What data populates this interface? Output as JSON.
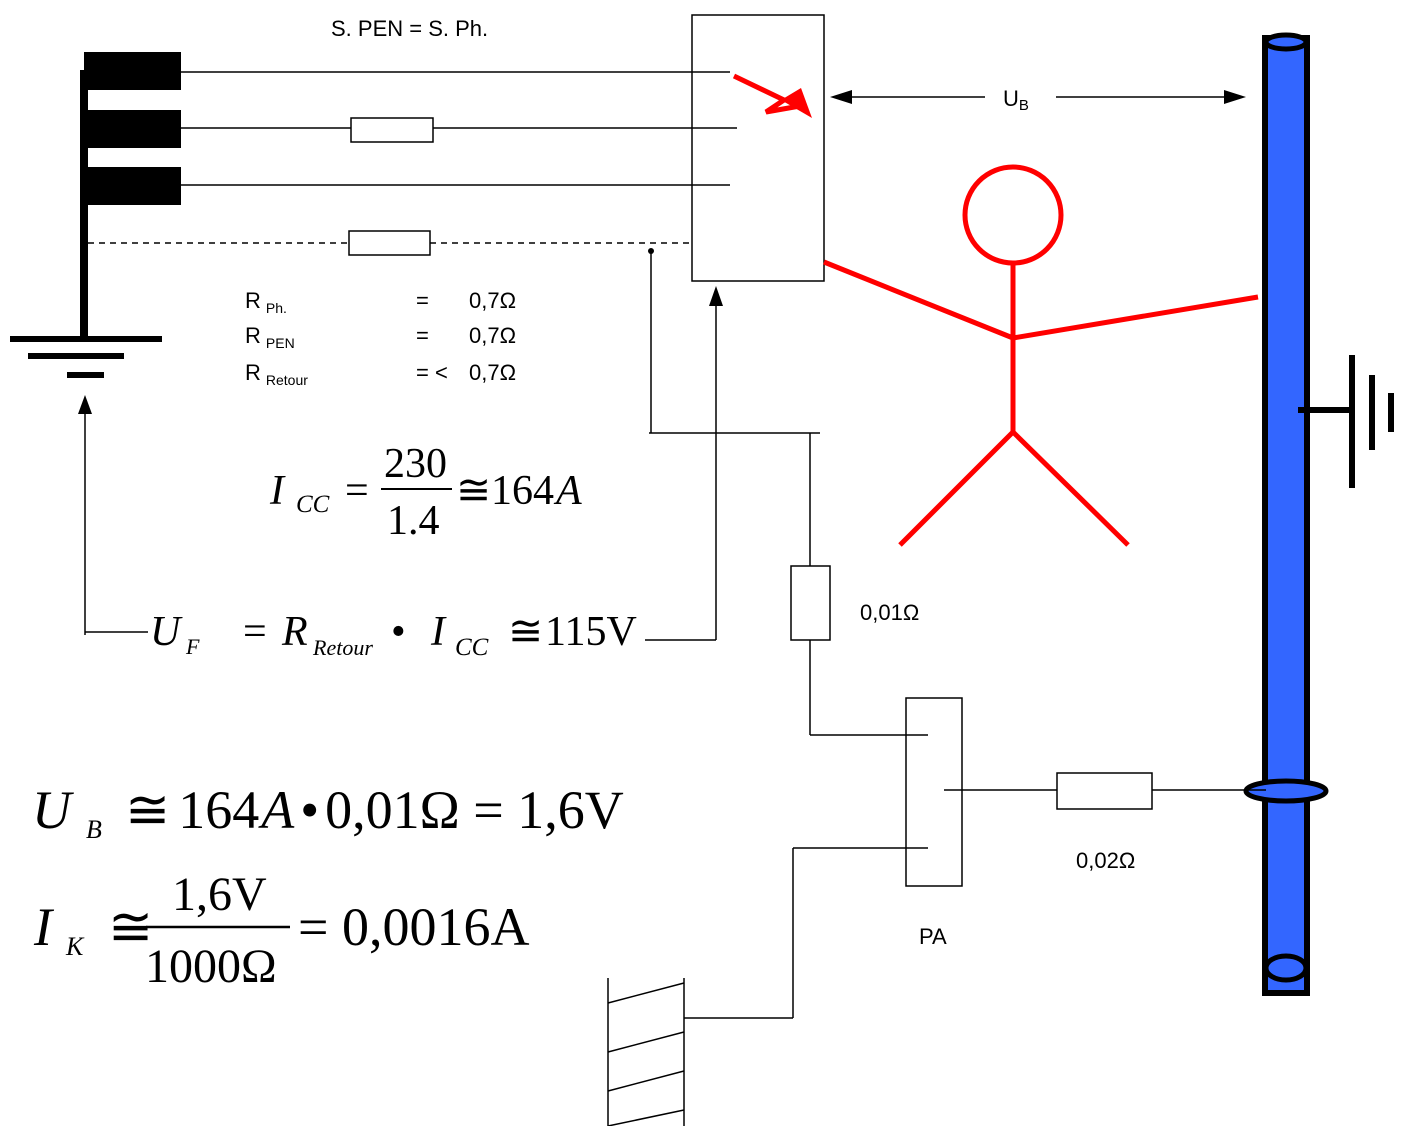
{
  "header": {
    "cross_section": "S. PEN = S. Ph."
  },
  "touch_voltage": {
    "label": "U",
    "sub": "B"
  },
  "resistances": [
    {
      "name": "R",
      "sub": "Ph.",
      "eq": "=",
      "value": "0,7Ω"
    },
    {
      "name": "R",
      "sub": "PEN",
      "eq": "=",
      "value": "0,7Ω"
    },
    {
      "name": "R",
      "sub": "Retour",
      "eq": "= <",
      "value": "0,7Ω"
    }
  ],
  "formula_icc": {
    "lhs": "I",
    "lhs_sub": "CC",
    "eq": "=",
    "num": "230",
    "den": "1.4",
    "approx": "≅",
    "result": "164",
    "unit": "A"
  },
  "formula_uf": {
    "u": "U",
    "u_sub": "F",
    "eq": "=",
    "r": "R",
    "r_sub": "Retour",
    "dot": "•",
    "i": "I",
    "i_sub": "CC",
    "approx": "≅",
    "result": "115V"
  },
  "formula_ub": {
    "u": "U",
    "u_sub": "B",
    "approx": "≅",
    "value": "164",
    "unit": "A",
    "dot": "•",
    "rest": "0,01Ω = 1,6V"
  },
  "formula_ik": {
    "i": "I",
    "i_sub": "K",
    "approx": "≅",
    "num": "1,6V",
    "den": "1000Ω",
    "rest": "= 0,0016A"
  },
  "labels": {
    "r_pe": "0,01Ω",
    "r_bond": "0,02Ω",
    "pa": "PA"
  },
  "colors": {
    "fault": "#ff0000",
    "person": "#ff0000",
    "pipe_fill": "#3366ff",
    "pipe_stroke": "#000000",
    "line": "#000000"
  },
  "icons": [
    "transformer-icon",
    "earth-ground-icon",
    "fault-arrow-icon",
    "person-icon",
    "water-pipe-icon",
    "earth-electrode-icon"
  ]
}
